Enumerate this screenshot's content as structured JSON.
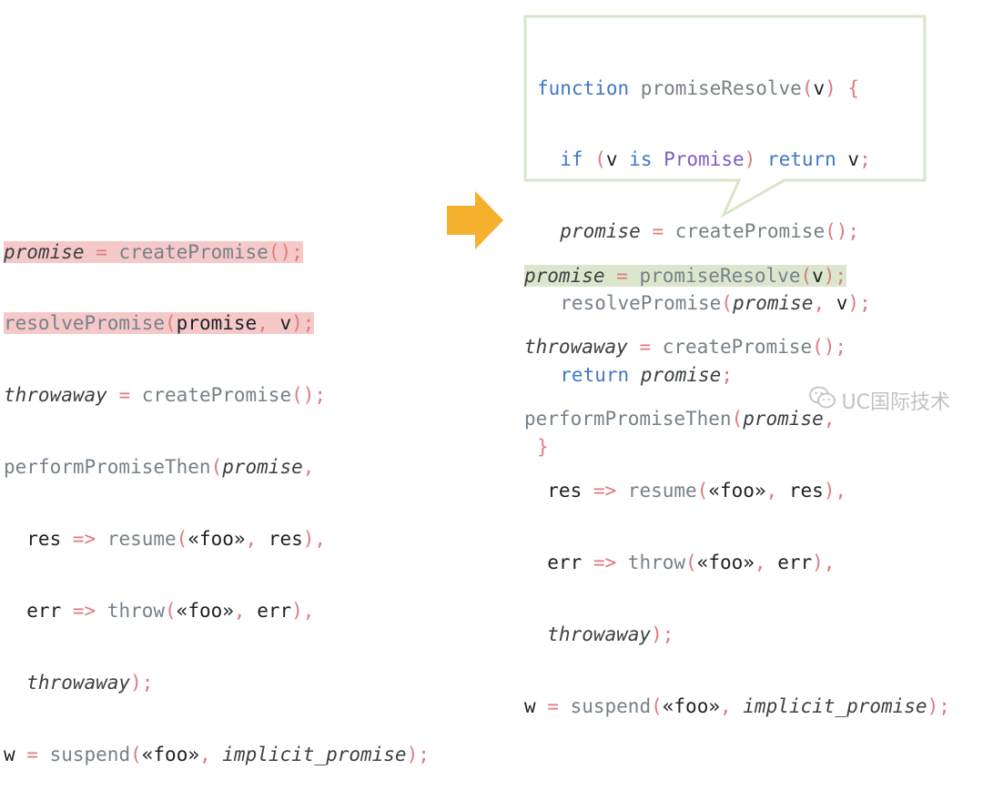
{
  "colors": {
    "keyword": "#3f78c4",
    "function": "#76808a",
    "punctuation": "#e0797e",
    "identifier": "#202124",
    "type": "#7c5fc0",
    "highlight_removed": "#f6c9c9",
    "highlight_added": "#dbe7cc",
    "callout_border": "#d7e6c9",
    "arrow": "#f5b12d",
    "watermark": "#c2c2c2"
  },
  "left_code": {
    "l1": {
      "a": "promise",
      "b": " = ",
      "c": "createPromise",
      "d": "();"
    },
    "l2": {
      "a": "resolvePromise",
      "b": "(",
      "c": "promise",
      "d": ", ",
      "e": "v",
      "f": ");"
    },
    "l3": {
      "a": "throwaway",
      "b": " = ",
      "c": "createPromise",
      "d": "();"
    },
    "l4": {
      "a": "performPromiseThen",
      "b": "(",
      "c": "promise",
      "d": ","
    },
    "l5": {
      "a": "  res",
      "b": " => ",
      "c": "resume",
      "d": "(",
      "e": "«foo»",
      "f": ", ",
      "g": "res",
      "h": "),"
    },
    "l6": {
      "a": "  err",
      "b": " => ",
      "c": "throw",
      "d": "(",
      "e": "«foo»",
      "f": ", ",
      "g": "err",
      "h": "),"
    },
    "l7": {
      "a": "  throwaway",
      "b": ");"
    },
    "l8": {
      "a": "w",
      "b": " = ",
      "c": "suspend",
      "d": "(",
      "e": "«foo»",
      "f": ", ",
      "g": "implicit_promise",
      "h": ");"
    }
  },
  "right_code": {
    "l1": {
      "a": "promise",
      "b": " = ",
      "c": "promiseResolve",
      "d": "(",
      "e": "v",
      "f": ");"
    },
    "l2": {
      "a": "throwaway",
      "b": " = ",
      "c": "createPromise",
      "d": "();"
    },
    "l3": {
      "a": "performPromiseThen",
      "b": "(",
      "c": "promise",
      "d": ","
    },
    "l4": {
      "a": "  res",
      "b": " => ",
      "c": "resume",
      "d": "(",
      "e": "«foo»",
      "f": ", ",
      "g": "res",
      "h": "),"
    },
    "l5": {
      "a": "  err",
      "b": " => ",
      "c": "throw",
      "d": "(",
      "e": "«foo»",
      "f": ", ",
      "g": "err",
      "h": "),"
    },
    "l6": {
      "a": "  throwaway",
      "b": ");"
    },
    "l7": {
      "a": "w",
      "b": " = ",
      "c": "suspend",
      "d": "(",
      "e": "«foo»",
      "f": ", ",
      "g": "implicit_promise",
      "h": ");"
    }
  },
  "popup_code": {
    "l1": {
      "a": "function",
      "b": " promiseResolve",
      "c": "(",
      "d": "v",
      "e": ") {"
    },
    "l2": {
      "a": "  if",
      "b": " (",
      "c": "v",
      "d": " is ",
      "e": "Promise",
      "f": ") ",
      "g": "return",
      "h": " v",
      "i": ";"
    },
    "l3": {
      "a": "  promise",
      "b": " = ",
      "c": "createPromise",
      "d": "();"
    },
    "l4": {
      "a": "  resolvePromise",
      "b": "(",
      "c": "promise",
      "d": ", ",
      "e": "v",
      "f": ");"
    },
    "l5": {
      "a": "  return",
      "b": " promise",
      "c": ";"
    },
    "l6": {
      "a": "}"
    }
  },
  "watermark": {
    "text": "UC国际技术",
    "icon": "wechat-icon"
  }
}
